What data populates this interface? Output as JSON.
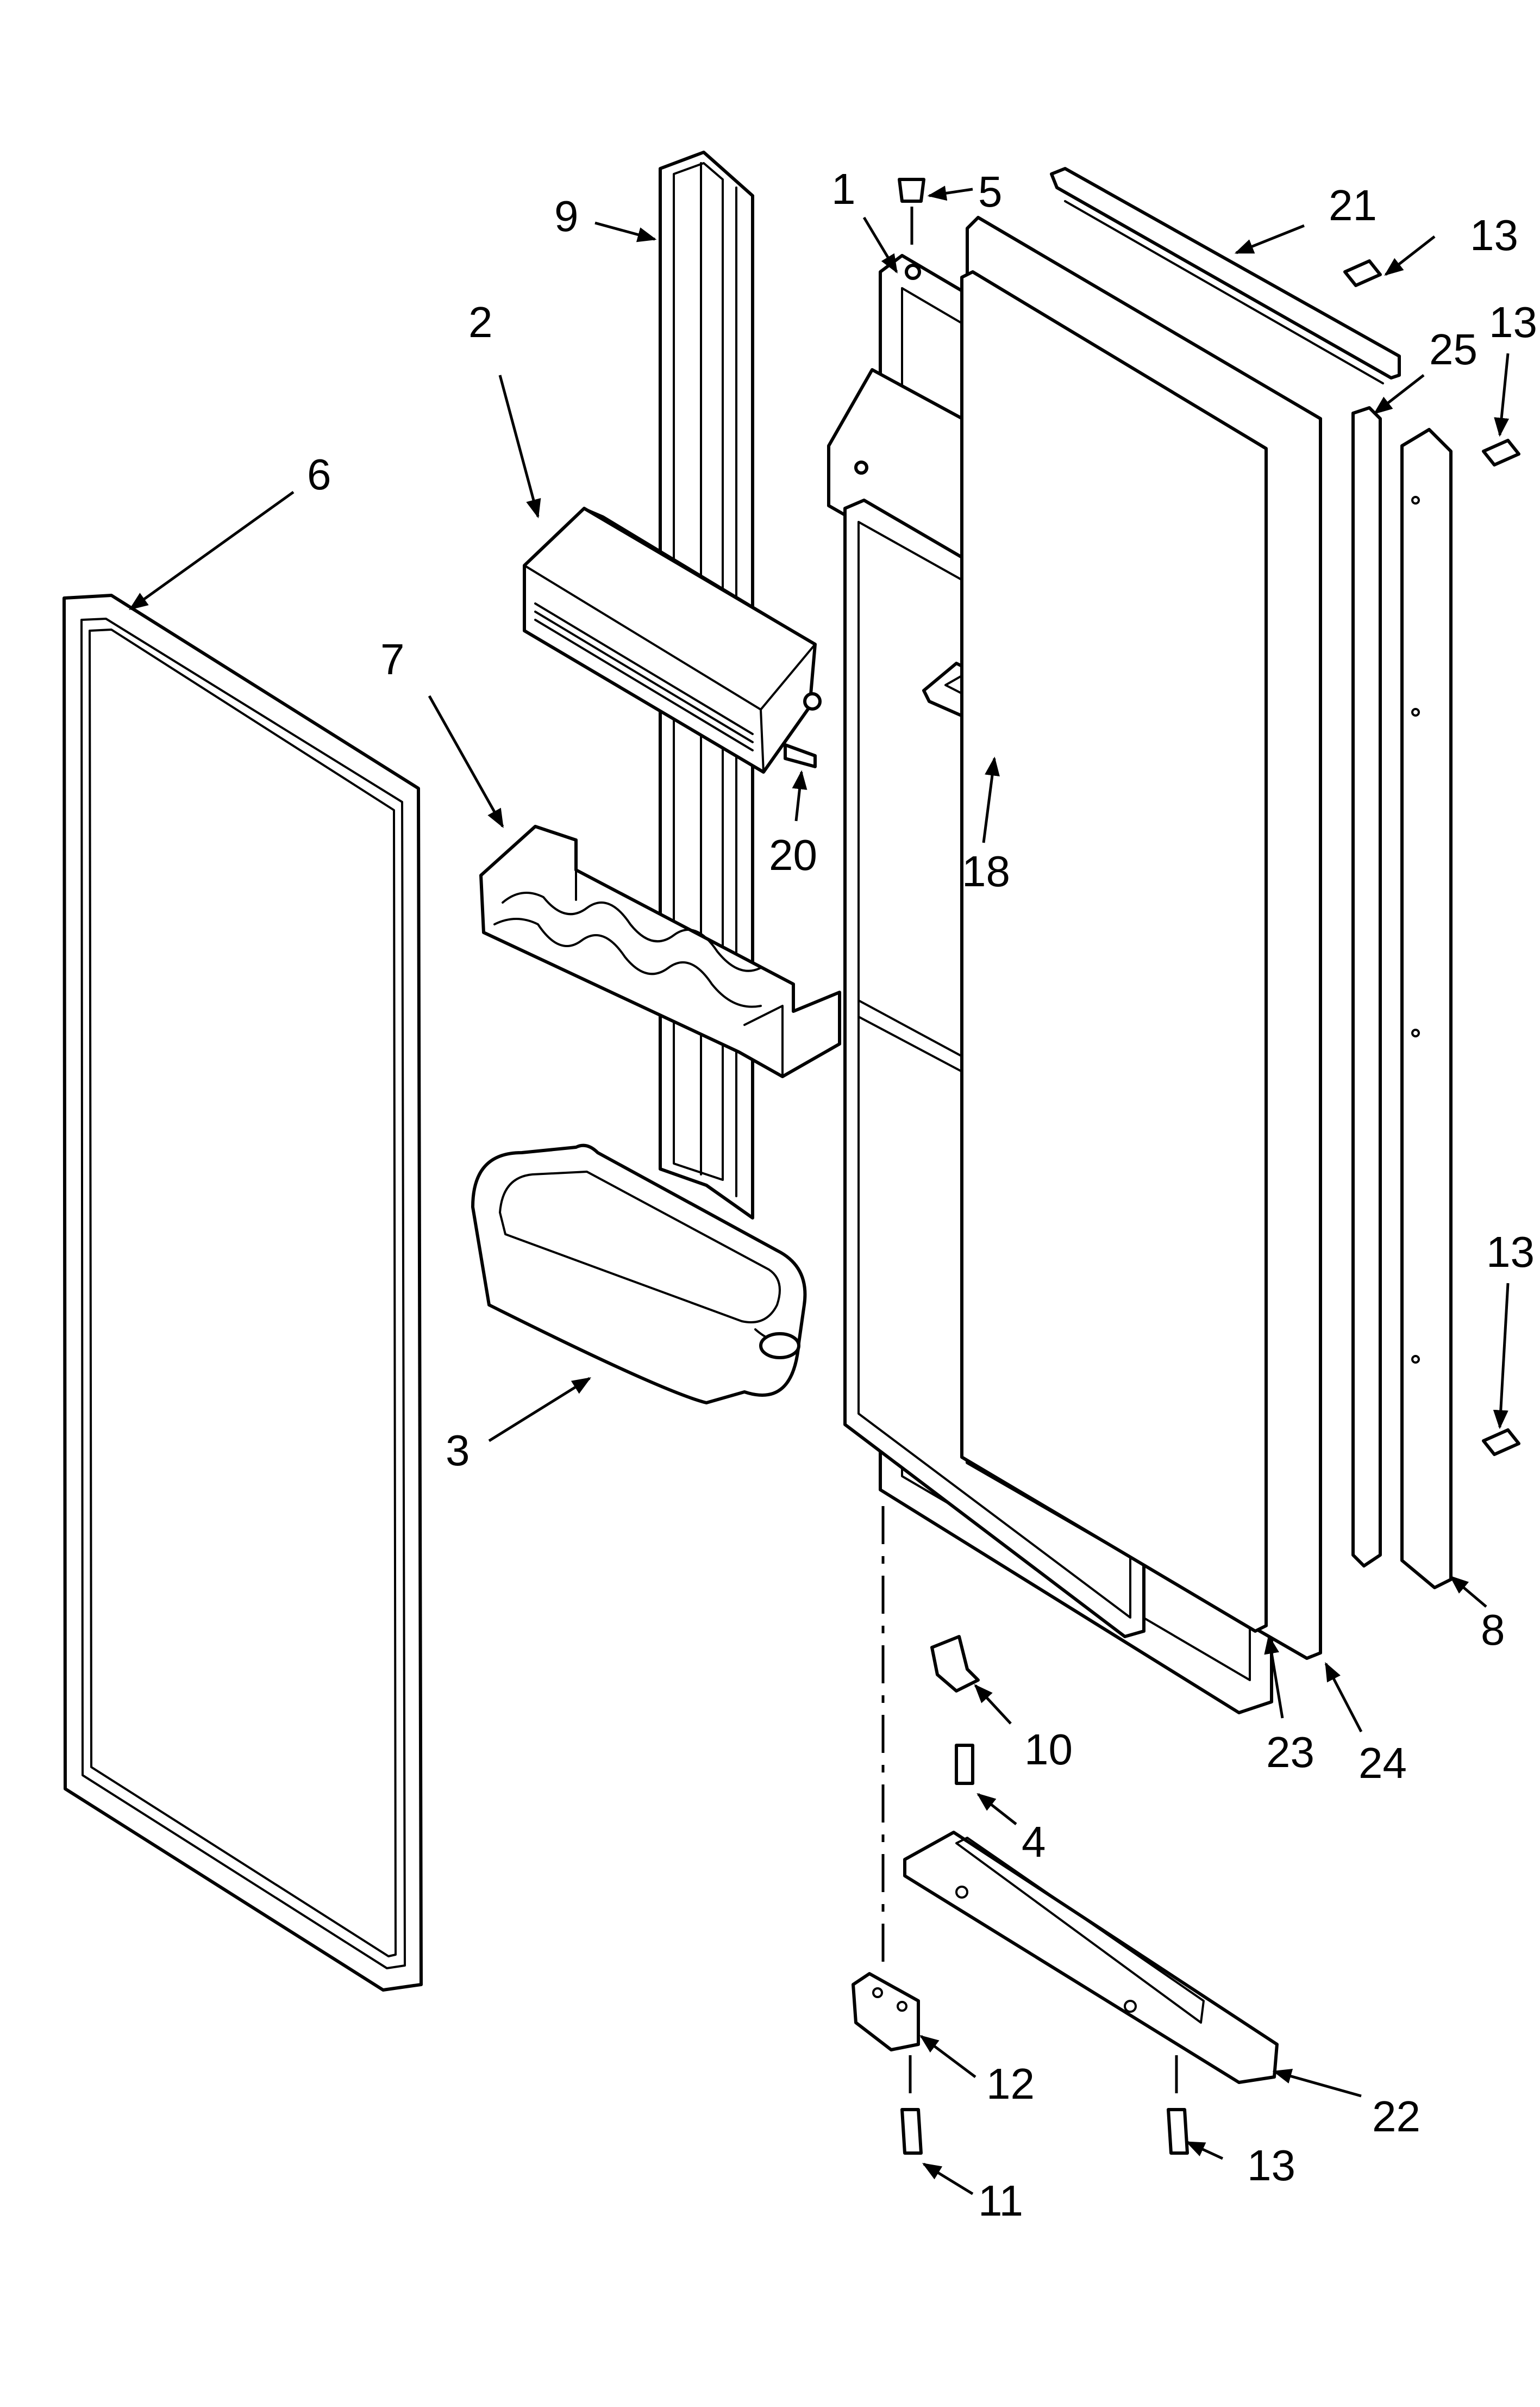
{
  "diagram": {
    "callouts": [
      {
        "id": "p1",
        "label": "1"
      },
      {
        "id": "p2",
        "label": "2"
      },
      {
        "id": "p3",
        "label": "3"
      },
      {
        "id": "p4",
        "label": "4"
      },
      {
        "id": "p5",
        "label": "5"
      },
      {
        "id": "p6",
        "label": "6"
      },
      {
        "id": "p7",
        "label": "7"
      },
      {
        "id": "p8",
        "label": "8"
      },
      {
        "id": "p9",
        "label": "9"
      },
      {
        "id": "p10",
        "label": "10"
      },
      {
        "id": "p11",
        "label": "11"
      },
      {
        "id": "p12",
        "label": "12"
      },
      {
        "id": "p13a",
        "label": "13"
      },
      {
        "id": "p13b",
        "label": "13"
      },
      {
        "id": "p13c",
        "label": "13"
      },
      {
        "id": "p13d",
        "label": "13"
      },
      {
        "id": "p18",
        "label": "18"
      },
      {
        "id": "p20",
        "label": "20"
      },
      {
        "id": "p21",
        "label": "21"
      },
      {
        "id": "p22",
        "label": "22"
      },
      {
        "id": "p23",
        "label": "23"
      },
      {
        "id": "p24",
        "label": "24"
      },
      {
        "id": "p25",
        "label": "25"
      }
    ]
  }
}
